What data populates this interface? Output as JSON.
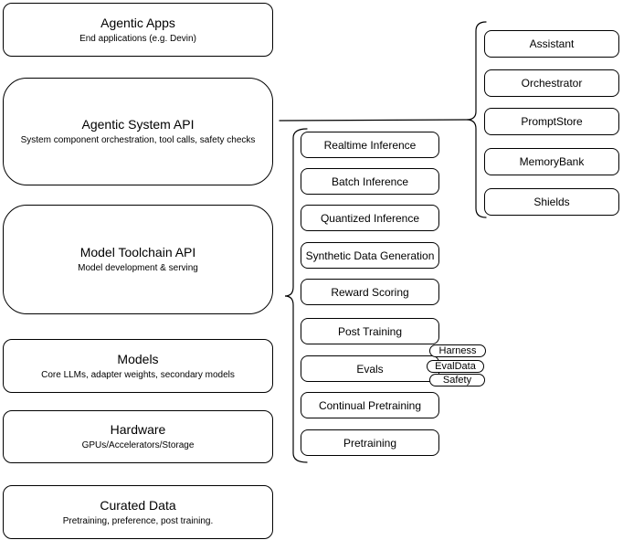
{
  "diagram": {
    "layers": [
      {
        "title": "Agentic Apps",
        "subtitle": "End applications (e.g. Devin)"
      },
      {
        "title": "Agentic System API",
        "subtitle": "System component orchestration, tool calls, safety checks"
      },
      {
        "title": "Model Toolchain API",
        "subtitle": "Model development & serving"
      },
      {
        "title": "Models",
        "subtitle": "Core LLMs, adapter weights, secondary models"
      },
      {
        "title": "Hardware",
        "subtitle": "GPUs/Accelerators/Storage"
      },
      {
        "title": "Curated Data",
        "subtitle": "Pretraining, preference, post training."
      }
    ],
    "toolchain_items": [
      "Realtime Inference",
      "Batch Inference",
      "Quantized Inference",
      "Synthetic Data Generation",
      "Reward Scoring",
      "Post Training",
      "Evals",
      "Continual Pretraining",
      "Pretraining"
    ],
    "eval_tags": [
      "Harness",
      "EvalData",
      "Safety"
    ],
    "system_components": [
      "Assistant",
      "Orchestrator",
      "PromptStore",
      "MemoryBank",
      "Shields"
    ],
    "colors": {
      "stroke": "#000000",
      "background": "#ffffff",
      "text": "#000000"
    }
  }
}
